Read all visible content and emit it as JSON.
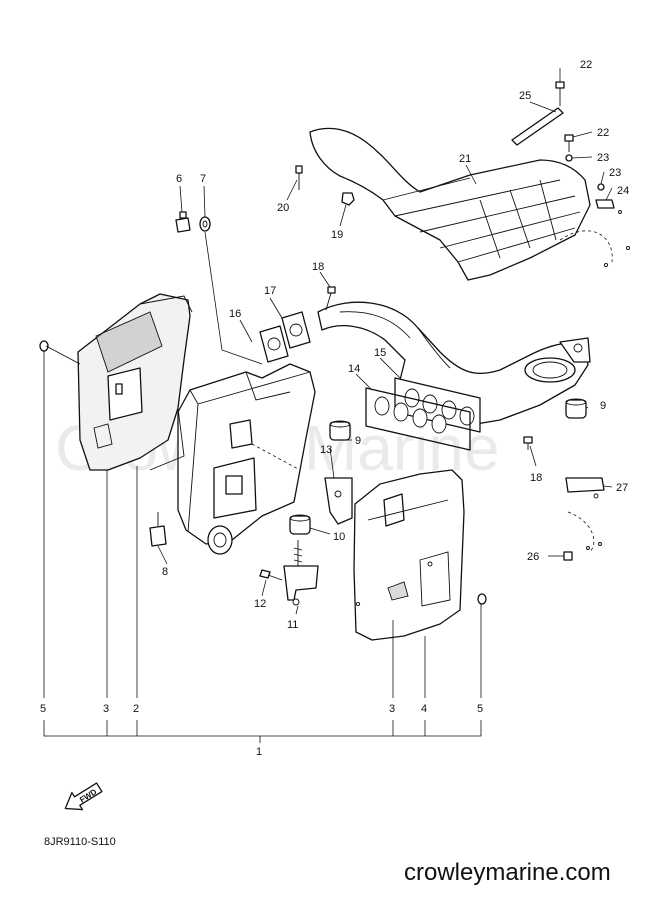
{
  "watermark": "Crowley Marine",
  "diagram_code": "8JR9110-S110",
  "fwd_label": "FWD",
  "website": "crowleymarine.com",
  "callouts": {
    "c1": "1",
    "c2": "2",
    "c3a": "3",
    "c3b": "3",
    "c4": "4",
    "c5a": "5",
    "c5b": "5",
    "c6": "6",
    "c7": "7",
    "c8": "8",
    "c9a": "9",
    "c9b": "9",
    "c10": "10",
    "c11": "11",
    "c12": "12",
    "c13": "13",
    "c14": "14",
    "c15": "15",
    "c16": "16",
    "c17": "17",
    "c18a": "18",
    "c18b": "18",
    "c19": "19",
    "c20": "20",
    "c21": "21",
    "c22a": "22",
    "c22b": "22",
    "c23a": "23",
    "c23b": "23",
    "c24": "24",
    "c25": "25",
    "c26": "26",
    "c27": "27"
  }
}
